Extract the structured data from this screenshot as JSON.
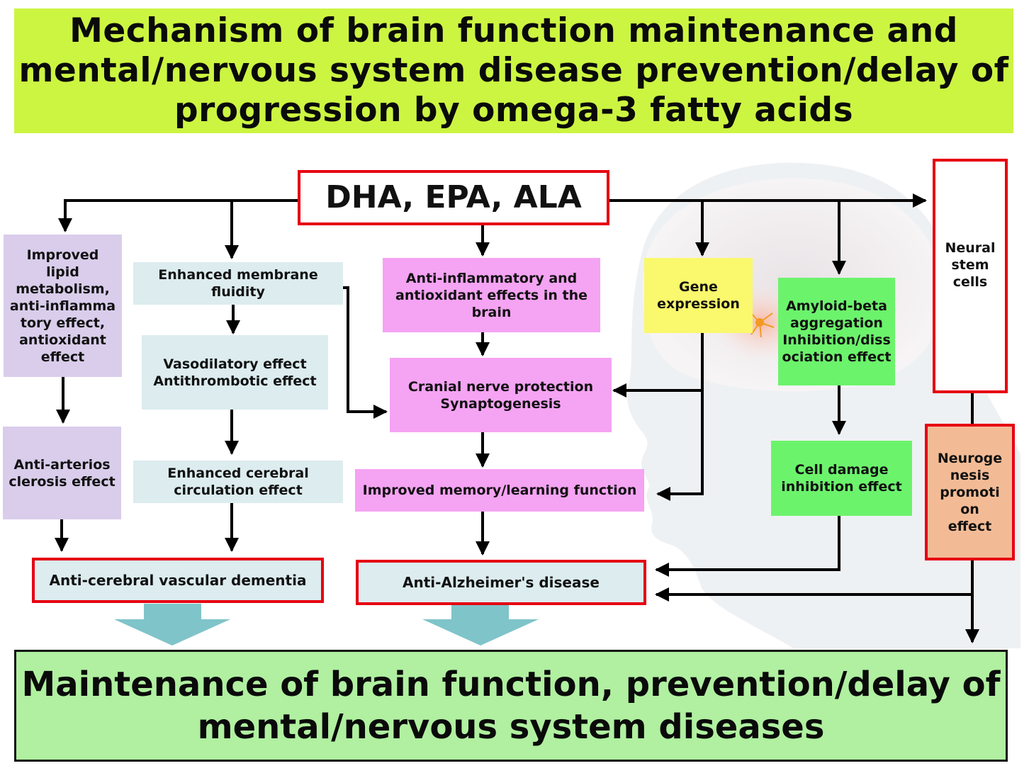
{
  "title": "Mechanism of brain function maintenance and mental/nervous system disease prevention/delay of progression by omega-3 fatty acids",
  "source": "DHA, EPA, ALA",
  "nodes": {
    "lipid": "Improved lipid metabolism, anti-inflamma tory effect, antioxidant effect",
    "antiarterio": "Anti-arterios clerosis effect",
    "membrane": "Enhanced membrane fluidity",
    "vasodilatory": "Vasodilatory effect Antithrombotic effect",
    "circulation": "Enhanced cerebral circulation effect",
    "antiinflam": "Anti-inflammatory and antioxidant effects in the brain",
    "cranial": "Cranial nerve protection Synaptogenesis",
    "memory": "Improved memory/learning function",
    "gene": "Gene expression",
    "amyloid": "Amyloid-beta aggregation Inhibition/diss ociation effect",
    "celldamage": "Cell damage inhibition effect",
    "stemcells": "Neural stem cells",
    "neurogenesis": "Neuroge nesis promoti on effect"
  },
  "outcomes": {
    "vascular": "Anti-cerebral vascular dementia",
    "alzheimer": "Anti-Alzheimer's disease"
  },
  "conclusion": "Maintenance of brain function, prevention/delay of mental/nervous system diseases",
  "colors": {
    "title_bg": "#ccf542",
    "lavender": "#d9cdeb",
    "light_blue": "#dcecef",
    "pink": "#f5a3f3",
    "yellow": "#faf86c",
    "green": "#6cf36c",
    "orange": "#f3bb95",
    "red_border": "#e60012",
    "conclusion_bg": "#b0f0a0",
    "big_arrow": "#7fc4c9"
  }
}
